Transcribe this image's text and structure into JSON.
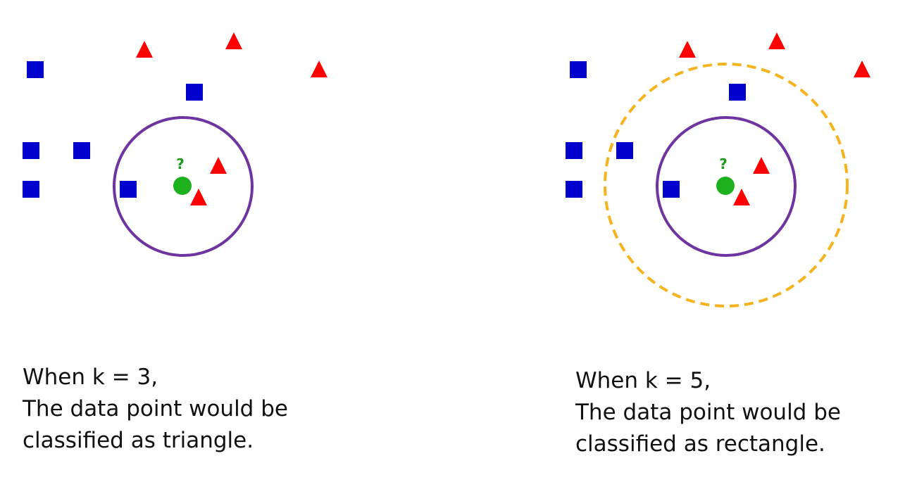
{
  "colors": {
    "square": "#0000CC",
    "triangle": "#FF0000",
    "query": "#1DB11D",
    "query_mark": "#1A9A1A",
    "k3_circle": "#6E35A0",
    "k5_circle": "#F5B41E",
    "text": "#111111"
  },
  "panels": [
    {
      "id": "k3",
      "k": 3,
      "query_mark": "?",
      "caption": {
        "line1": "When k = 3,",
        "line2": "The data point would be",
        "line3": "classified as triangle."
      }
    },
    {
      "id": "k5",
      "k": 5,
      "query_mark": "?",
      "caption": {
        "line1": "When k = 5,",
        "line2": "The data point would be",
        "line3": "classified as rectangle."
      }
    }
  ]
}
